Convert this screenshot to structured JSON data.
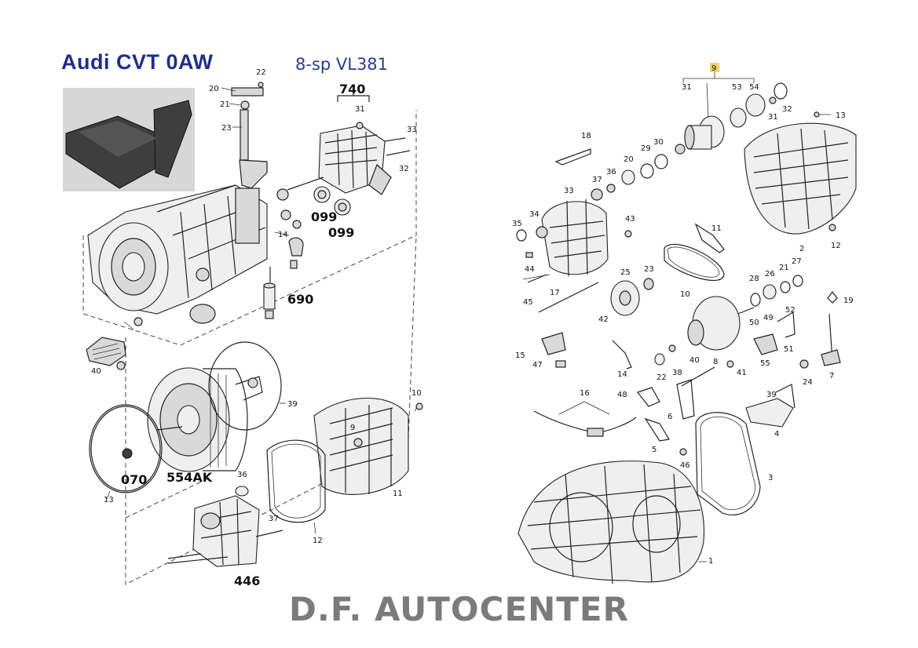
{
  "header": {
    "title": "Audi CVT 0AW",
    "subtitle": "8-sp VL381"
  },
  "footer": {
    "brand": "D.F. AUTOCENTER"
  },
  "left_diagram": {
    "big_labels": [
      "740",
      "099",
      "099",
      "690",
      "070",
      "554AK",
      "446"
    ],
    "small_labels": [
      "22",
      "20",
      "21",
      "23",
      "31",
      "33",
      "32",
      "14",
      "40",
      "10",
      "39",
      "9",
      "36",
      "37",
      "12",
      "11",
      "13"
    ]
  },
  "right_diagram": {
    "highlighted_label": "9",
    "labels": [
      "31",
      "53",
      "54",
      "32",
      "31",
      "13",
      "18",
      "30",
      "29",
      "20",
      "36",
      "37",
      "33",
      "35",
      "34",
      "44",
      "43",
      "11",
      "2",
      "12",
      "45",
      "17",
      "25",
      "23",
      "10",
      "28",
      "26",
      "21",
      "27",
      "19",
      "42",
      "52",
      "15",
      "47",
      "14",
      "50",
      "49",
      "51",
      "41",
      "38",
      "22",
      "40",
      "8",
      "55",
      "24",
      "7",
      "16",
      "48",
      "6",
      "39",
      "4",
      "5",
      "46",
      "3",
      "1"
    ]
  },
  "colors": {
    "title": "#1f2f86",
    "subtitle": "#2b3c8e",
    "footer": "#7b7b7b",
    "highlight": "#f3d36b"
  }
}
